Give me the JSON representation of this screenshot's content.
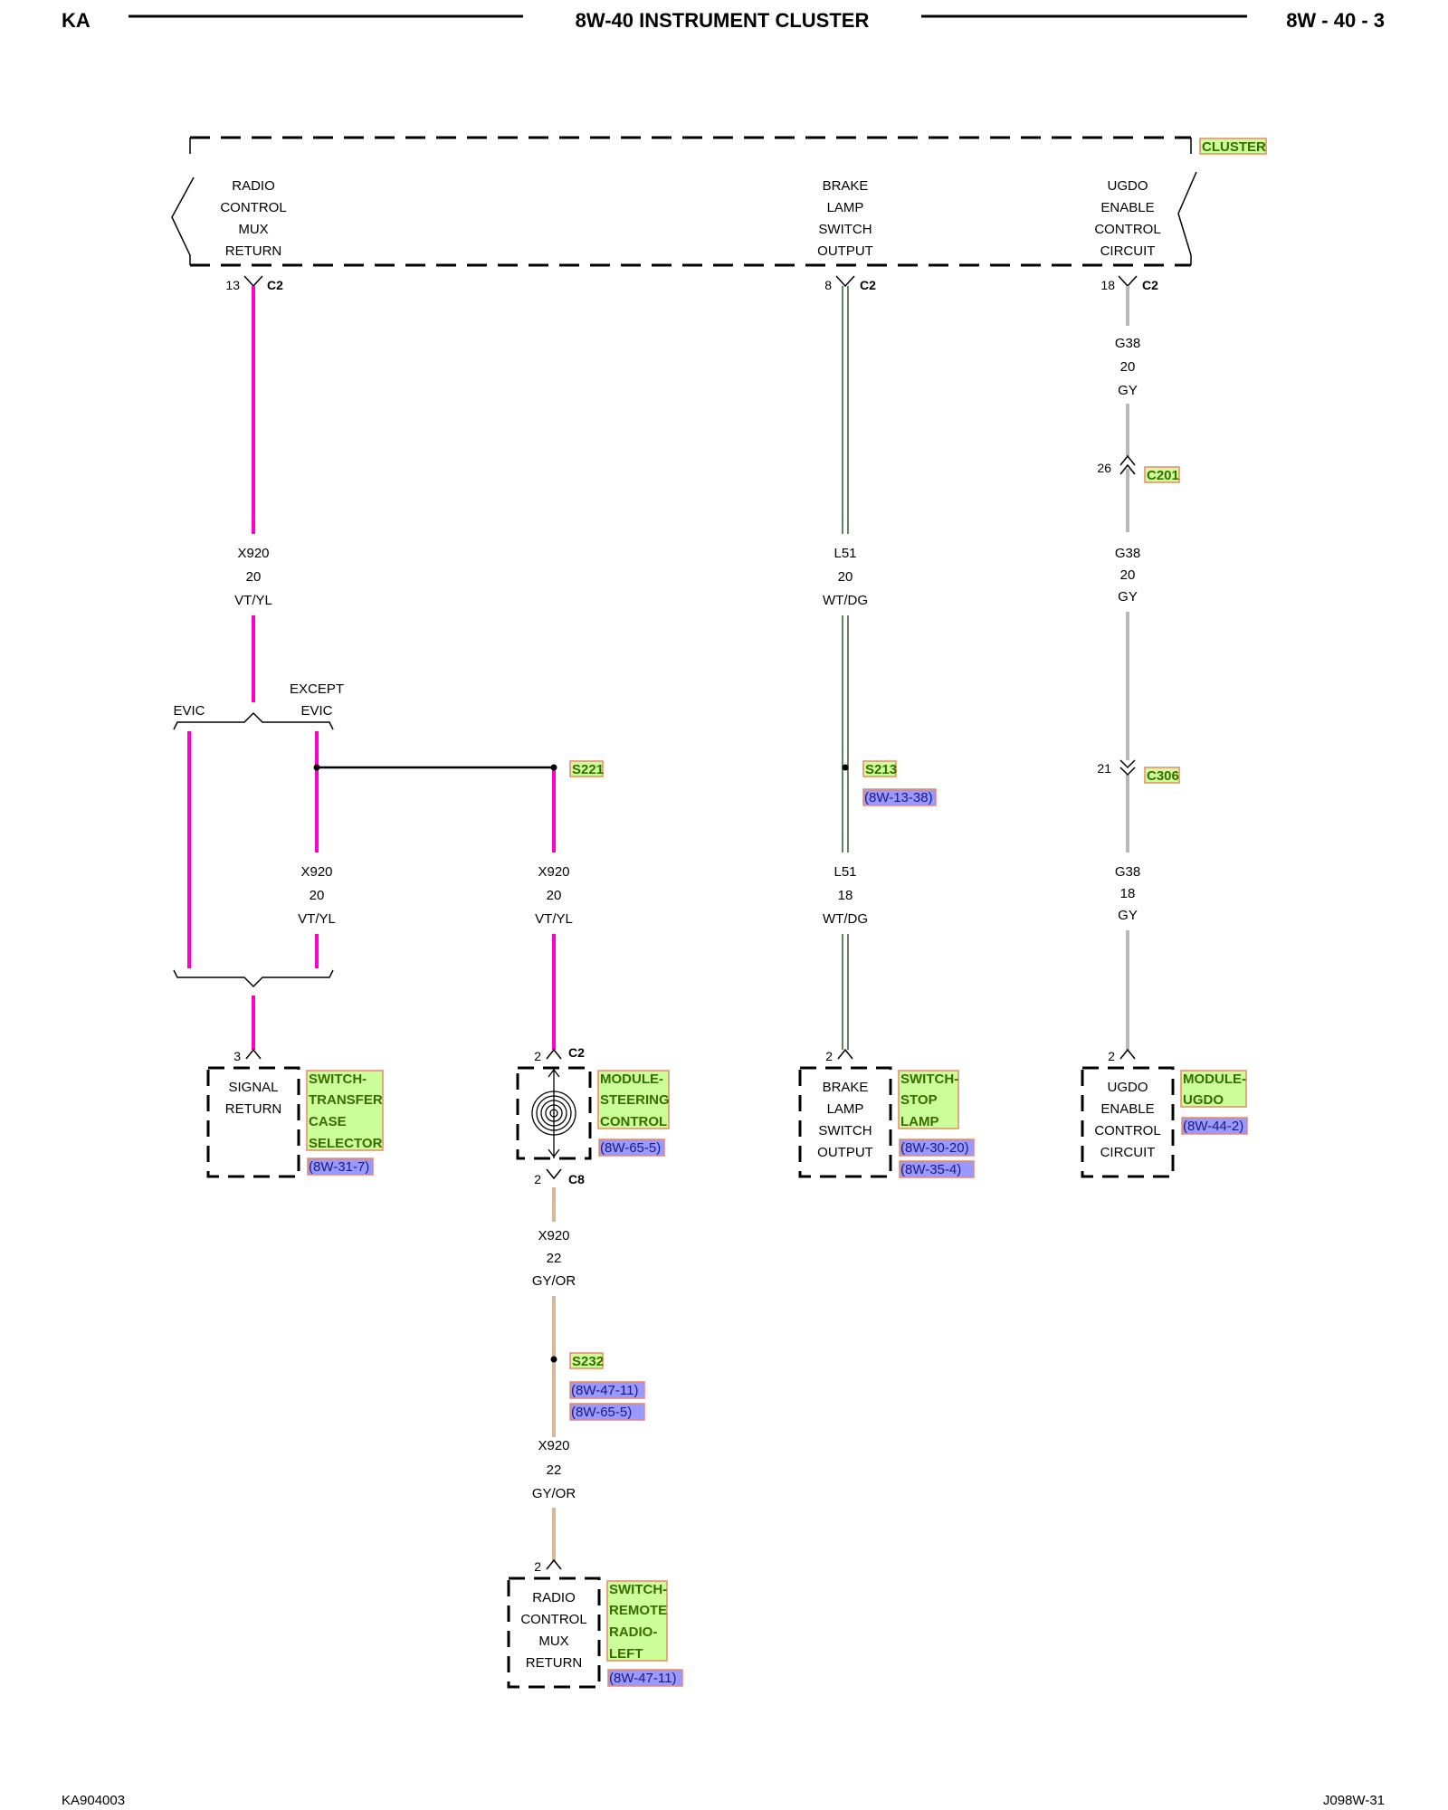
{
  "header": {
    "left": "KA",
    "title": "8W-40 INSTRUMENT CLUSTER",
    "right": "8W - 40 - 3"
  },
  "footer": {
    "left": "KA904003",
    "right": "J098W-31"
  },
  "colors": {
    "vt_yl": "#ff00cc",
    "wt_dg": "#2e5e2e",
    "gy": "#b8b8b8",
    "gy_or": "#d8b898",
    "tag_fill": "#ccff99",
    "tag_stroke": "#e8886a",
    "page_fill": "#9999ff"
  },
  "cluster": {
    "tag": "CLUSTER",
    "radio_ctrl": [
      "RADIO",
      "CONTROL",
      "MUX",
      "RETURN"
    ],
    "brake_lamp": [
      "BRAKE",
      "LAMP",
      "SWITCH",
      "OUTPUT"
    ],
    "ugdo": [
      "UGDO",
      "ENABLE",
      "CONTROL",
      "CIRCUIT"
    ],
    "pins": {
      "radio": "13",
      "brake": "8",
      "ugdo": "18"
    },
    "conn": "C2"
  },
  "wires": {
    "x920_20": [
      "X920",
      "20",
      "VT/YL"
    ],
    "l51_20": [
      "L51",
      "20",
      "WT/DG"
    ],
    "g38_20": [
      "G38",
      "20",
      "GY"
    ],
    "x920_20b": [
      "X920",
      "20",
      "VT/YL"
    ],
    "x920_20c": [
      "X920",
      "20",
      "VT/YL"
    ],
    "l51_18": [
      "L51",
      "18",
      "WT/DG"
    ],
    "g38_18": [
      "G38",
      "18",
      "GY"
    ],
    "x920_22a": [
      "X920",
      "22",
      "GY/OR"
    ],
    "x920_22b": [
      "X920",
      "22",
      "GY/OR"
    ]
  },
  "inline": {
    "c201": {
      "pin": "26",
      "name": "C201"
    },
    "c306": {
      "pin": "21",
      "name": "C306"
    }
  },
  "branch": {
    "evic": "EVIC",
    "except_1": "EXCEPT",
    "except_2": "EVIC"
  },
  "splices": {
    "s221": {
      "name": "S221"
    },
    "s213": {
      "name": "S213",
      "ref": "(8W-13-38)"
    },
    "s232": {
      "name": "S232",
      "refs": [
        "(8W-47-11)",
        "(8W-65-5)"
      ]
    }
  },
  "components": {
    "transfer": {
      "pin": "3",
      "text": [
        "SIGNAL",
        "RETURN"
      ],
      "tag": [
        "SWITCH-",
        "TRANSFER",
        "CASE",
        "SELECTOR"
      ],
      "refs": [
        "(8W-31-7)"
      ]
    },
    "steering": {
      "pin_top": "2",
      "conn_top": "C2",
      "pin_bottom": "2",
      "conn_bottom": "C8",
      "tag": [
        "MODULE-",
        "STEERING",
        "CONTROL"
      ],
      "refs": [
        "(8W-65-5)"
      ]
    },
    "stoplamp": {
      "pin": "2",
      "text": [
        "BRAKE",
        "LAMP",
        "SWITCH",
        "OUTPUT"
      ],
      "tag": [
        "SWITCH-",
        "STOP",
        "LAMP"
      ],
      "refs": [
        "(8W-30-20)",
        "(8W-35-4)"
      ]
    },
    "ugdo": {
      "pin": "2",
      "text": [
        "UGDO",
        "ENABLE",
        "CONTROL",
        "CIRCUIT"
      ],
      "tag": [
        "MODULE-",
        "UGDO"
      ],
      "refs": [
        "(8W-44-2)"
      ]
    },
    "remote": {
      "pin": "2",
      "text": [
        "RADIO",
        "CONTROL",
        "MUX",
        "RETURN"
      ],
      "tag": [
        "SWITCH-",
        "REMOTE",
        "RADIO-",
        "LEFT"
      ],
      "refs": [
        "(8W-47-11)"
      ]
    }
  }
}
